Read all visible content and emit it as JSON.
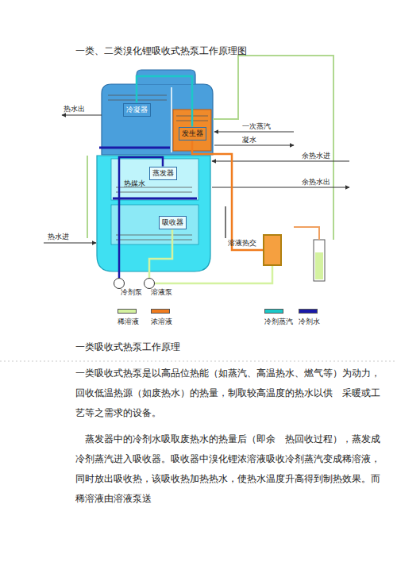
{
  "diagram": {
    "title": "一类、二类溴化锂吸收式热泵工作原理图",
    "nodes": [
      {
        "text": [
          "冷凝器"
        ]
      },
      {
        "text": [
          "发生器"
        ]
      },
      {
        "text": [
          "蒸发器"
        ]
      },
      {
        "text": [
          "吸收器"
        ]
      },
      {
        "text": [
          "溶液热交"
        ]
      },
      {
        "text": [
          "冷剂泵"
        ]
      },
      {
        "text": [
          "溶液泵"
        ]
      }
    ],
    "edges": [
      {
        "from": 1,
        "to": 0,
        "arrow": "none"
      },
      {
        "from": 3,
        "to": 6,
        "arrow": "none"
      },
      {
        "from": 6,
        "to": 4,
        "arrow": "none"
      },
      {
        "from": 4,
        "to": 1,
        "arrow": "none"
      },
      {
        "from": 5,
        "to": 2,
        "arrow": "none"
      }
    ],
    "labels": [
      "热水出",
      "一次蒸汽",
      "凝水",
      "余热水进",
      "余热水出",
      "热媒水",
      "热水进",
      "一类吸收式热泵工作原理",
      "一类吸收式热泵是以高品位热能（如蒸汽、高温热水、燃气等）为动力，回收低温热源（如废热水）的热量，制取较高温度的热水以供　采暖或工艺等之需求的设备。",
      "　蒸发器中的冷剂水吸取废热水的热量后（即余　热回收过程），蒸发成冷剂蒸汽进入吸收器。吸收器中溴化锂浓溶液吸收冷剂蒸汽变成稀溶液，同时放出吸收热，该吸收热加热热水，使热水温度升高得到制热效果。而稀溶液由溶液泵送"
    ],
    "legend": [
      {
        "text": "稀溶液",
        "color": "#d4f2a0"
      },
      {
        "text": "浓溶液",
        "color": "#f07c1e"
      },
      {
        "text": "冷剂蒸汽",
        "color": "#1cc8c8"
      },
      {
        "text": "冷剂水",
        "color": "#1a1aa8"
      }
    ]
  }
}
